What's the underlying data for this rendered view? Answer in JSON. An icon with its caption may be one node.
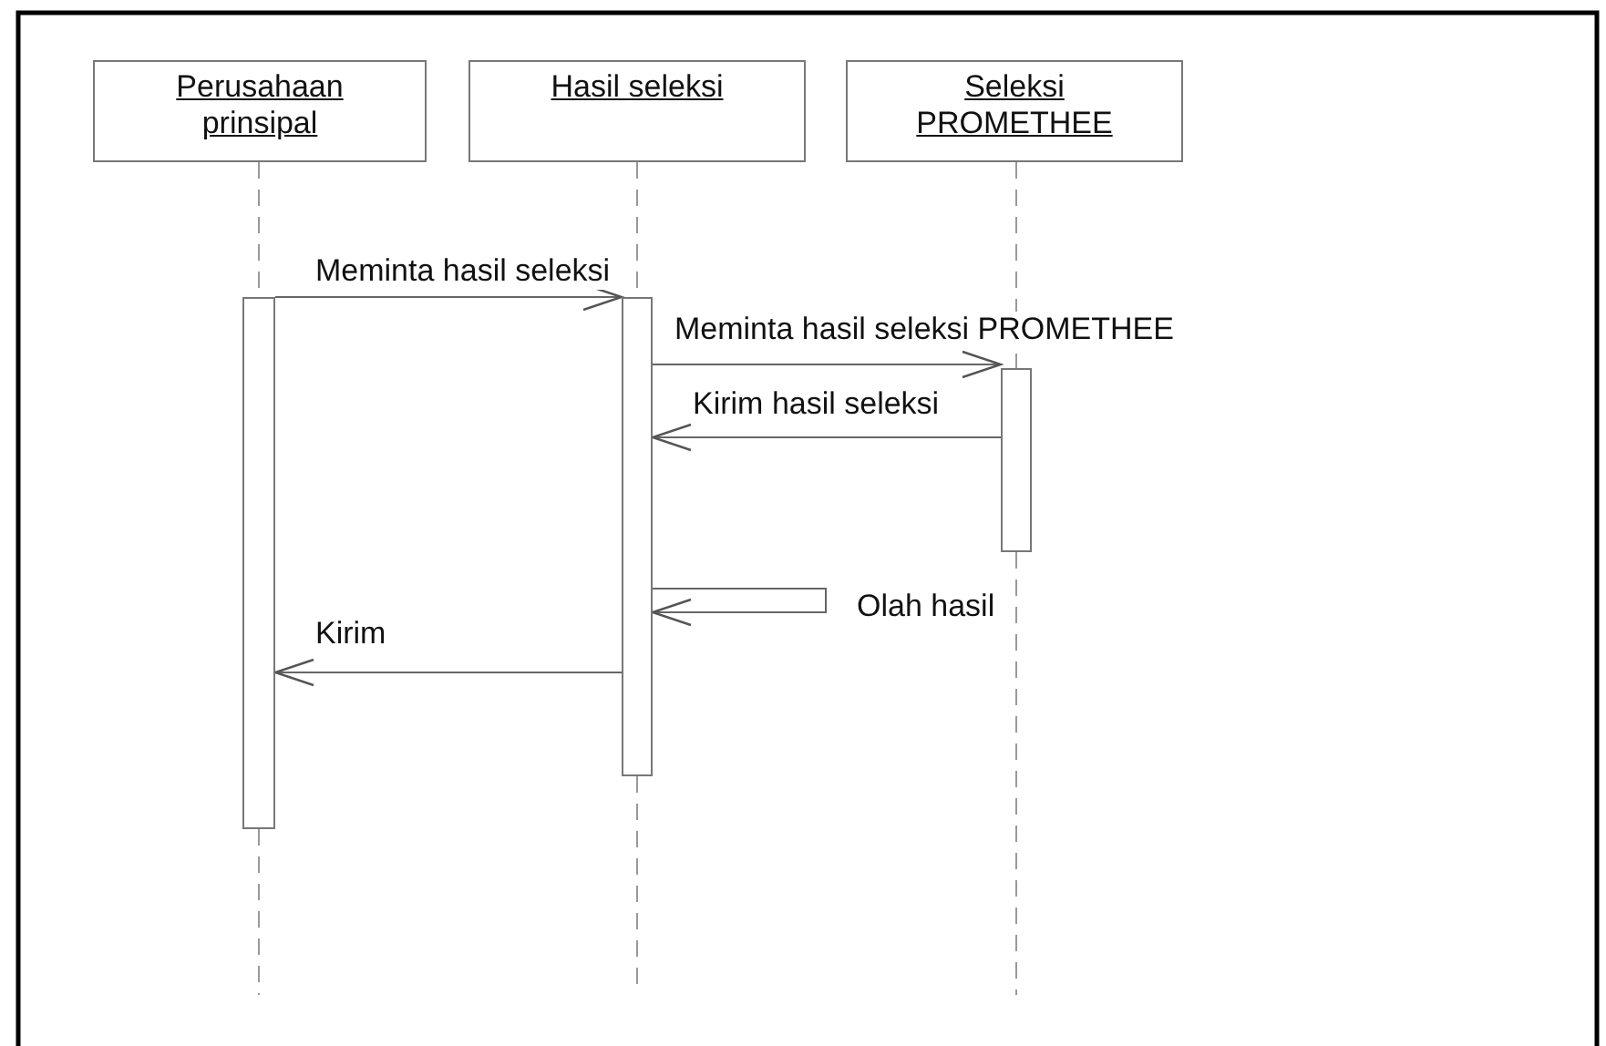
{
  "diagram": {
    "nodes": [
      {
        "text": [
          "Perusahaan prinsipal"
        ]
      },
      {
        "text": [
          "Hasil seleksi"
        ]
      },
      {
        "text": [
          "Seleksi PROMETHEE"
        ]
      },
      {
        "text": [],
        "shape": "bar"
      },
      {
        "text": [],
        "shape": "bar"
      },
      {
        "text": [],
        "shape": "bar"
      }
    ],
    "edges": [
      {
        "from": 3,
        "to": 4,
        "arrow": "to",
        "label": "Meminta hasil seleksi"
      },
      {
        "from": 4,
        "to": 5,
        "arrow": "to",
        "label": "Meminta hasil seleksi PROMETHEE"
      },
      {
        "from": 5,
        "to": 4,
        "arrow": "to",
        "label": "Kirim hasil seleksi"
      },
      {
        "from": 4,
        "to": 4,
        "arrow": "to",
        "label": "Olah hasil"
      },
      {
        "from": 4,
        "to": 3,
        "arrow": "to",
        "label": "Kirim"
      },
      {
        "from": 0,
        "to": 3,
        "arrow": "none",
        "style": "dashed"
      },
      {
        "from": 1,
        "to": 4,
        "arrow": "none",
        "style": "dashed"
      },
      {
        "from": 2,
        "to": 5,
        "arrow": "none",
        "style": "dashed"
      },
      {
        "from": 3,
        "to": null,
        "arrow": "none",
        "style": "dashed"
      },
      {
        "from": 4,
        "to": null,
        "arrow": "none",
        "style": "dashed"
      },
      {
        "from": 5,
        "to": null,
        "arrow": "none",
        "style": "dashed"
      }
    ]
  }
}
